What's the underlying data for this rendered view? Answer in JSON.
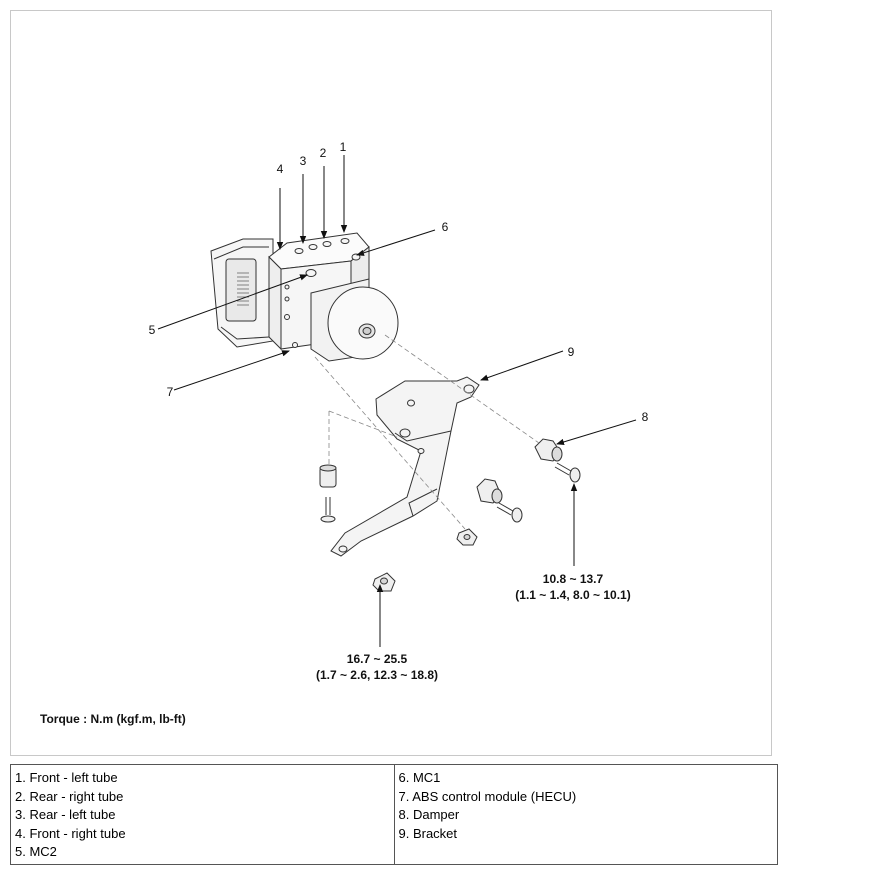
{
  "diagram": {
    "callouts": [
      "1",
      "2",
      "3",
      "4",
      "5",
      "6",
      "7",
      "8",
      "9"
    ],
    "torque_specs": [
      {
        "line1": "10.8 ~ 13.7",
        "line2": "(1.1 ~ 1.4, 8.0 ~ 10.1)"
      },
      {
        "line1": "16.7 ~ 25.5",
        "line2": "(1.7 ~ 2.6, 12.3 ~ 18.8)"
      }
    ],
    "torque_unit_note": "Torque : N.m (kgf.m, lb-ft)"
  },
  "legend": {
    "left": [
      "1. Front - left tube",
      "2. Rear - right tube",
      "3. Rear - left tube",
      "4. Front - right tube",
      "5. MC2"
    ],
    "right": [
      "6. MC1",
      "7. ABS control module (HECU)",
      "8. Damper",
      "9. Bracket"
    ]
  }
}
